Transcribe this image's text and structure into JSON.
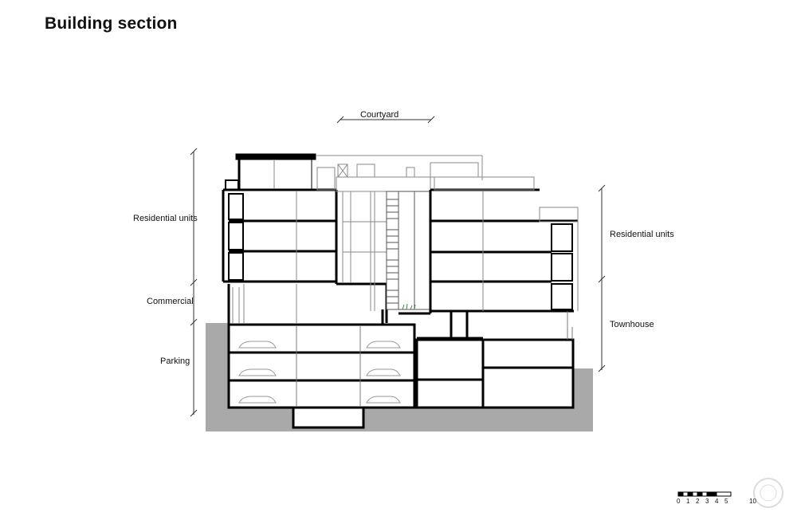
{
  "title": "Building section",
  "labels": {
    "courtyard": "Courtyard",
    "residential_left": "Residential units",
    "commercial": "Commercial",
    "parking": "Parking",
    "residential_right": "Residential units",
    "townhouse": "Townhouse"
  },
  "scale_bar": {
    "ticks": [
      "0",
      "1",
      "2",
      "3",
      "4",
      "5",
      "10"
    ]
  },
  "colors": {
    "ground": "#a9a9a9",
    "wall": "#000000",
    "line": "#555555"
  }
}
